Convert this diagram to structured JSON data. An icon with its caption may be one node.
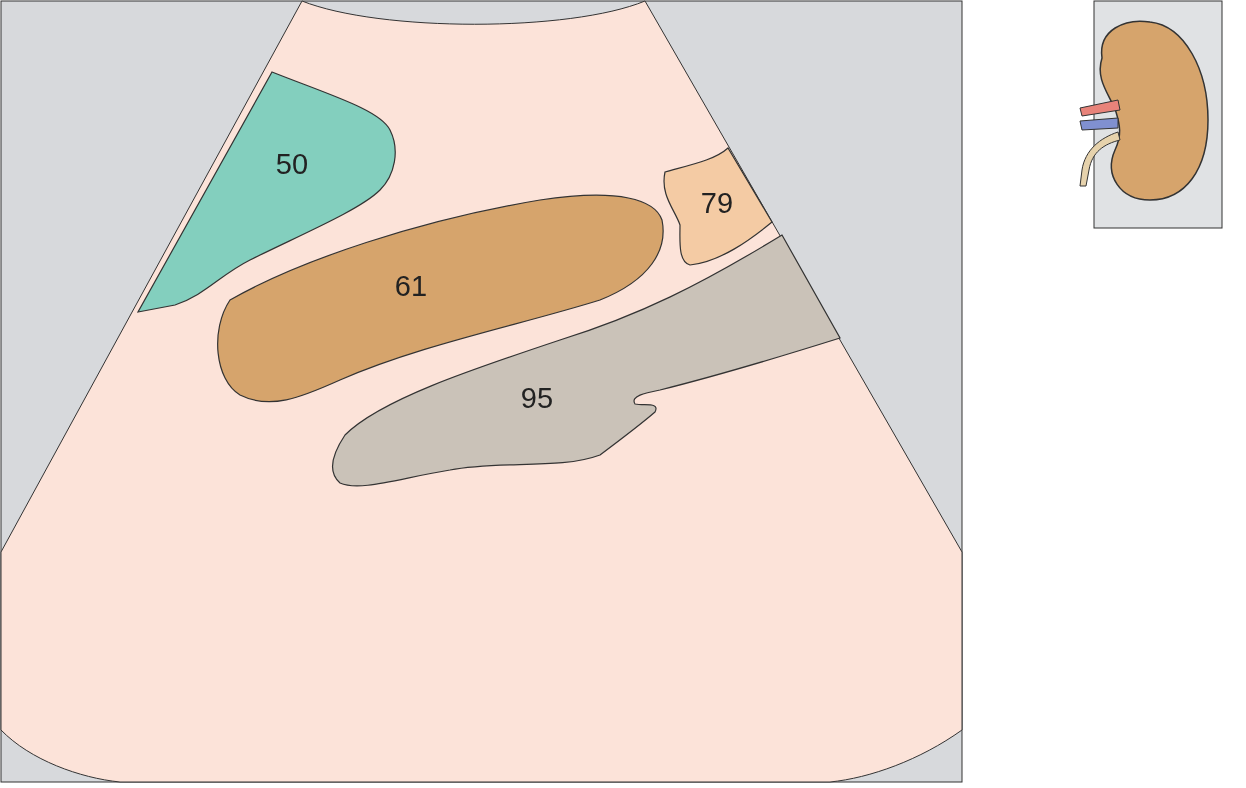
{
  "diagram": {
    "nodes": [
      {
        "text": [
          "50"
        ]
      },
      {
        "text": [
          "61"
        ]
      },
      {
        "text": [
          "79"
        ]
      },
      {
        "text": [
          "95"
        ]
      }
    ]
  }
}
